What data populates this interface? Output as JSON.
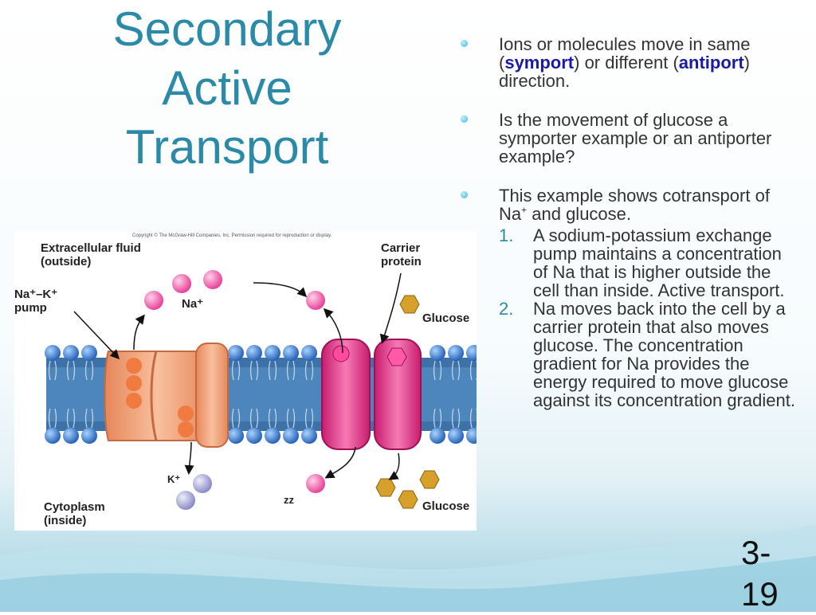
{
  "title_lines": [
    "Secondary",
    "Active",
    "Transport"
  ],
  "bullets": {
    "b1": {
      "pre": "Ions or molecules move in same (",
      "kw1": "symport",
      "mid": ") or different (",
      "kw2": "antiport",
      "post": ") direction."
    },
    "b2": {
      "text": "Is the movement of glucose a symporter example or an antiporter example?"
    },
    "b3": {
      "pre": "This example shows cotransport of Na",
      "sup": "+",
      "post": " and glucose."
    },
    "steps": [
      {
        "num": "1.",
        "text": "A sodium-potassium exchange pump maintains a concentration of Na that is higher outside the cell than inside. Active transport."
      },
      {
        "num": "2.",
        "text": "Na moves back into the cell by a carrier protein that also moves glucose. The concentration gradient for Na provides the energy required to move glucose against its concentration gradient."
      }
    ]
  },
  "figure": {
    "copyright": "Copyright © The McGraw-Hill Companies, Inc. Permission required for reproduction or display.",
    "extracellular_1": "Extracellular fluid",
    "extracellular_2": "(outside)",
    "carrier_1": "Carrier",
    "carrier_2": "protein",
    "pump_1": "Na⁺–K⁺",
    "pump_2": "pump",
    "na_label": "Na⁺",
    "glucose_top": "Glucose",
    "k_label": "K⁺",
    "zz_label": "zz",
    "glucose_bottom": "Glucose",
    "cytoplasm_1": "Cytoplasm",
    "cytoplasm_2": "(inside)"
  },
  "page_number": "3-19",
  "colors": {
    "title": "#2a8aa8",
    "keyword": "#1a1aa6",
    "sodium": "#e84a9c",
    "potassium": "#9c9cd0",
    "glucose": "#d9a21a",
    "pump": "#f0a47a",
    "carrier": "#e03888",
    "lipid_head": "#3a78c8"
  }
}
